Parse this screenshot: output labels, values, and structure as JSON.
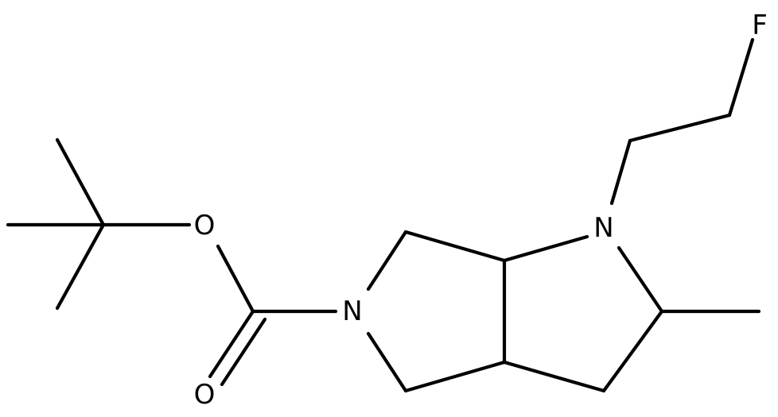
{
  "atoms": {
    "fluorine": "F",
    "ring_nitrogen_right": "N",
    "ring_nitrogen_left": "N",
    "ester_oxygen": "O",
    "carbonyl_oxygen": "O"
  }
}
